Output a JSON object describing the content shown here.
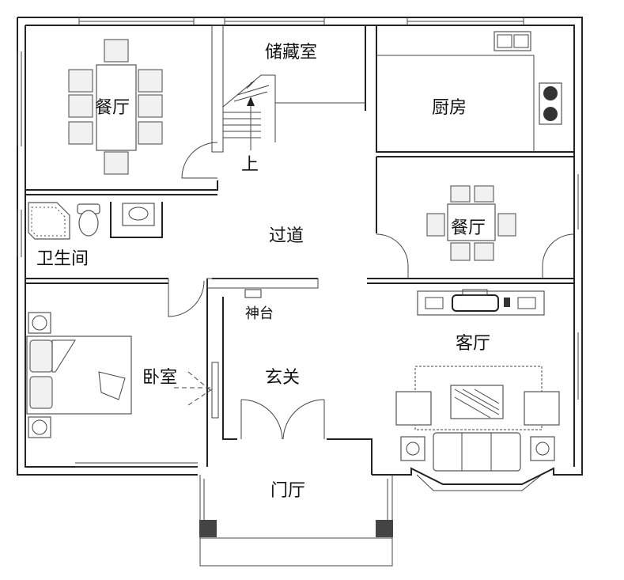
{
  "rooms": {
    "storage": "储藏室",
    "dining_upper_left": "餐厅",
    "kitchen": "厨房",
    "stair_up": "上",
    "corridor": "过道",
    "bathroom": "卫生间",
    "dining_right": "餐厅",
    "shrine": "神台",
    "living_room": "客厅",
    "bedroom": "卧室",
    "entry": "玄关",
    "foyer": "门厅"
  }
}
